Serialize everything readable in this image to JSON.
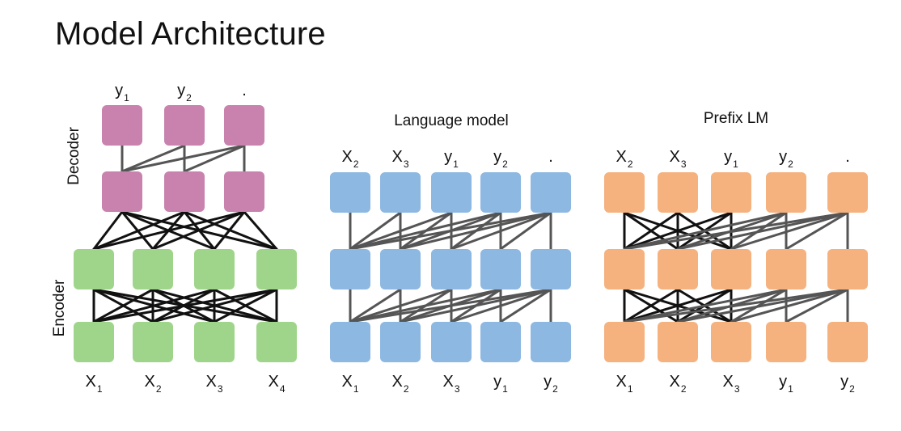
{
  "title": "Model Architecture",
  "colors": {
    "decoder": "#c882ad",
    "encoder": "#9fd58a",
    "language_model": "#8cb8e2",
    "prefix_lm": "#f5b27f",
    "edge_bold": "#111111",
    "edge_light": "#555555"
  },
  "encoder_decoder": {
    "decoder_label": "Decoder",
    "encoder_label": "Encoder",
    "outputs": [
      {
        "base": "y",
        "sub": "1"
      },
      {
        "base": "y",
        "sub": "2"
      },
      {
        "base": ".",
        "sub": ""
      }
    ],
    "inputs": [
      {
        "base": "X",
        "sub": "1"
      },
      {
        "base": "X",
        "sub": "2"
      },
      {
        "base": "X",
        "sub": "3"
      },
      {
        "base": "X",
        "sub": "4"
      }
    ]
  },
  "language_model": {
    "title": "Language model",
    "outputs": [
      {
        "base": "X",
        "sub": "2"
      },
      {
        "base": "X",
        "sub": "3"
      },
      {
        "base": "y",
        "sub": "1"
      },
      {
        "base": "y",
        "sub": "2"
      },
      {
        "base": ".",
        "sub": ""
      }
    ],
    "inputs": [
      {
        "base": "X",
        "sub": "1"
      },
      {
        "base": "X",
        "sub": "2"
      },
      {
        "base": "X",
        "sub": "3"
      },
      {
        "base": "y",
        "sub": "1"
      },
      {
        "base": "y",
        "sub": "2"
      }
    ]
  },
  "prefix_lm": {
    "title": "Prefix LM",
    "outputs": [
      {
        "base": "X",
        "sub": "2"
      },
      {
        "base": "X",
        "sub": "3"
      },
      {
        "base": "y",
        "sub": "1"
      },
      {
        "base": "y",
        "sub": "2"
      },
      {
        "base": ".",
        "sub": ""
      }
    ],
    "inputs": [
      {
        "base": "X",
        "sub": "1"
      },
      {
        "base": "X",
        "sub": "2"
      },
      {
        "base": "X",
        "sub": "3"
      },
      {
        "base": "y",
        "sub": "1"
      },
      {
        "base": "y",
        "sub": "2"
      }
    ]
  }
}
